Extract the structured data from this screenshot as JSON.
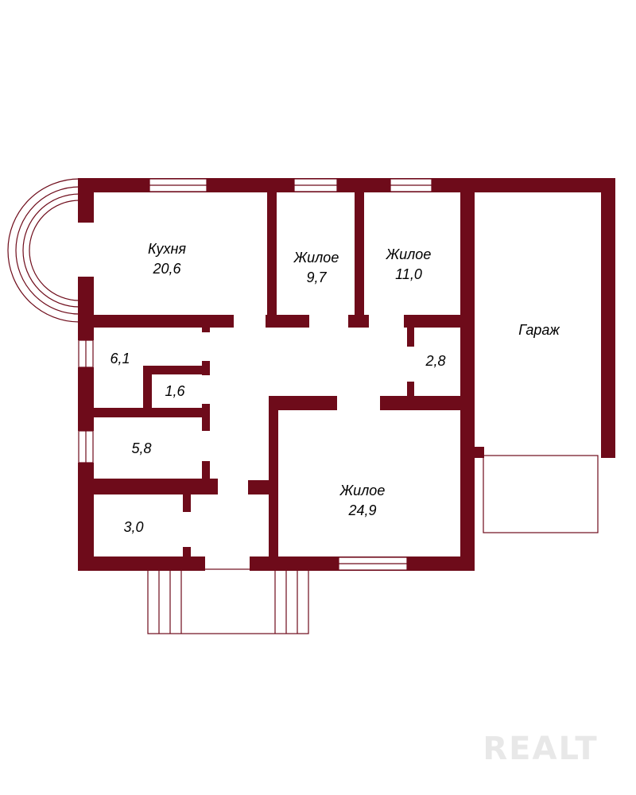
{
  "rooms": {
    "kitchen": {
      "name": "Кухня",
      "area": "20,6"
    },
    "living1": {
      "name": "Жилое",
      "area": "9,7"
    },
    "living2": {
      "name": "Жилое",
      "area": "11,0"
    },
    "garage": {
      "name": "Гараж"
    },
    "small1": {
      "area": "2,8"
    },
    "room61": {
      "area": "6,1"
    },
    "room16": {
      "area": "1,6"
    },
    "room58": {
      "area": "5,8"
    },
    "living3": {
      "name": "Жилое",
      "area": "24,9"
    },
    "room30": {
      "area": "3,0"
    }
  },
  "watermark": "REALT",
  "colors": {
    "wall": "#6e0b1a",
    "background": "#ffffff"
  }
}
